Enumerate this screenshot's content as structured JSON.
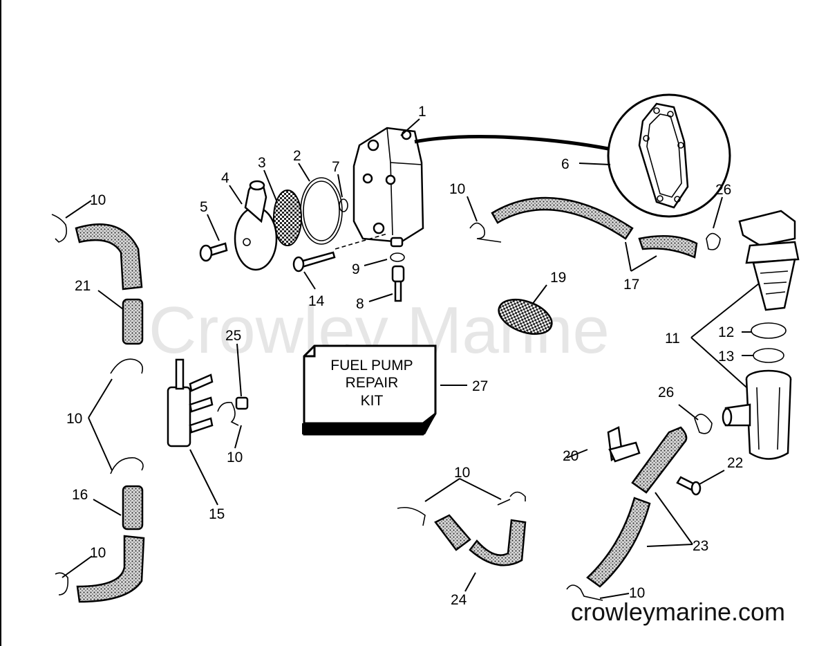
{
  "watermark_center": "Crowley Marine",
  "watermark_footer": "crowleymarine.com",
  "kit_box": {
    "line1": "FUEL PUMP",
    "line2": "REPAIR",
    "line3": "KIT"
  },
  "callouts": {
    "c1": "1",
    "c2": "2",
    "c3": "3",
    "c4": "4",
    "c5": "5",
    "c6": "6",
    "c7": "7",
    "c8": "8",
    "c9": "9",
    "c10a": "10",
    "c10b": "10",
    "c10c": "10",
    "c10d": "10",
    "c10e": "10",
    "c10f": "10",
    "c10g": "10",
    "c11": "11",
    "c12": "12",
    "c13": "13",
    "c14": "14",
    "c15": "15",
    "c16": "16",
    "c17": "17",
    "c19": "19",
    "c20": "20",
    "c21": "21",
    "c22": "22",
    "c23": "23",
    "c24": "24",
    "c25": "25",
    "c26a": "26",
    "c26b": "26",
    "c27": "27"
  }
}
